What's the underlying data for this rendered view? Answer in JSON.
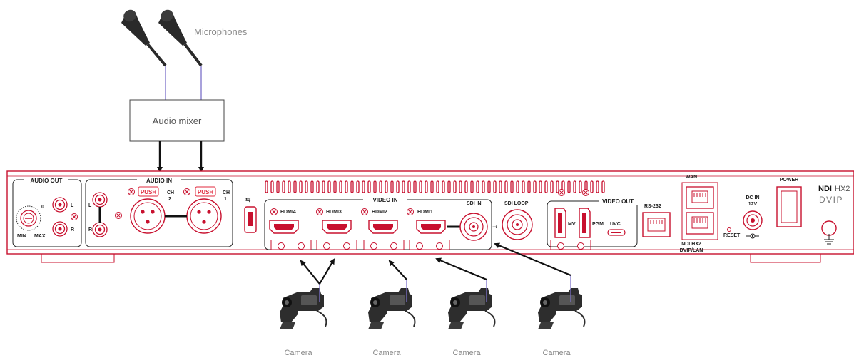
{
  "diagram": {
    "microphones_label": "Microphones",
    "mixer_label": "Audio mixer",
    "camera_labels": [
      "Camera",
      "Camera",
      "Camera",
      "Camera"
    ]
  },
  "panel": {
    "audio_out": "AUDIO OUT",
    "audio_in": "AUDIO IN",
    "video_in": "VIDEO IN",
    "video_out": "VIDEO OUT",
    "vol_min": "MIN",
    "vol_max": "MAX",
    "vol_zero": "0",
    "left": "L",
    "right": "R",
    "push": "PUSH",
    "ch2_a": "CH",
    "ch2_b": "2",
    "ch1_a": "CH",
    "ch1_b": "1",
    "hdmi4": "HDMI4",
    "hdmi3": "HDMI3",
    "hdmi2": "HDMI2",
    "hdmi1": "HDMI1",
    "sdi_in": "SDI IN",
    "sdi_loop": "SDI LOOP",
    "mv": "MV",
    "pgm": "PGM",
    "uvc": "UVC",
    "rs232": "RS-232",
    "wan": "WAN",
    "ndi_hx2_small": "NDI HX2",
    "dvip_lan": "DVIP/LAN",
    "reset": "RESET",
    "dc_in": "DC IN",
    "dc_12v": "12V",
    "power": "POWER",
    "brand_ndi": "NDI",
    "brand_hx2": "HX2",
    "brand_dvip": "DVIP"
  },
  "colors": {
    "panel_outline": "#c8102e",
    "cable": "#7b6fc8",
    "arrow": "#111111",
    "text_light": "#8a8a8a",
    "push_red": "#e0283c"
  }
}
